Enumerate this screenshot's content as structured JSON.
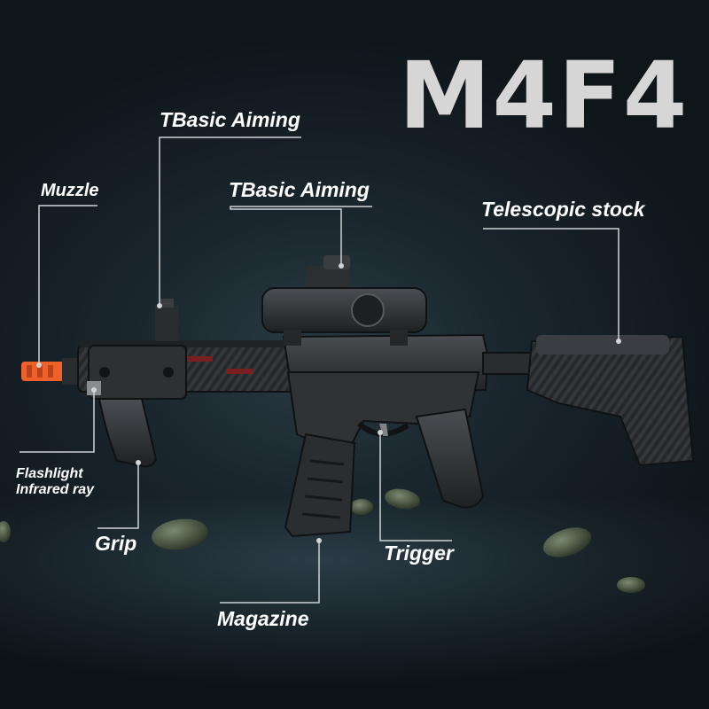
{
  "title": "M4F4",
  "labels": {
    "tbasic_aiming_top": "TBasic Aiming",
    "tbasic_aiming_mid": "TBasic Aiming",
    "muzzle": "Muzzle",
    "telescopic_stock": "Telescopic stock",
    "flashlight_line1": "Flashlight",
    "flashlight_line2": "Infrared ray",
    "grip": "Grip",
    "trigger": "Trigger",
    "magazine": "Magazine"
  },
  "colors": {
    "background": "#1a262d",
    "title": "#d6d6d6",
    "label_text": "#ffffff",
    "callout_line": "#cfd4d6",
    "muzzle_accent": "#f0602a",
    "body": "#2a2d30"
  }
}
